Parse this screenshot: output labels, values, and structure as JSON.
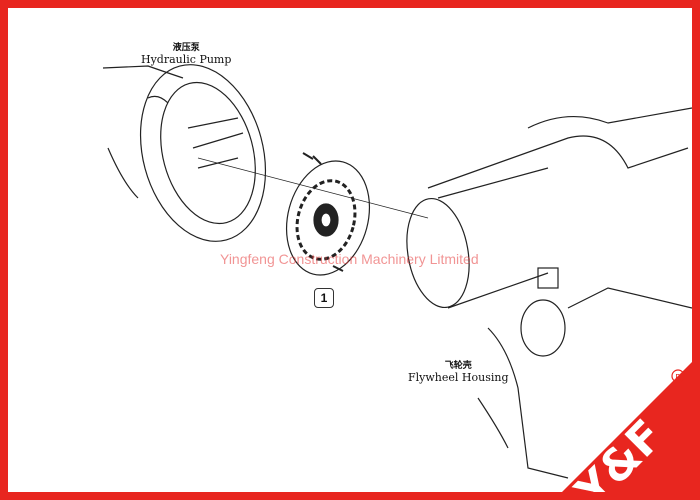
{
  "labels": {
    "hydraulic_pump_cn": "液压泵",
    "hydraulic_pump_en": "Hydraulic Pump",
    "flywheel_housing_cn": "飞轮壳",
    "flywheel_housing_en": "Flywheel Housing"
  },
  "callout": "1",
  "watermark": "Yingfeng Construction Machinery Litmited",
  "logo": {
    "text": "Y&F",
    "registered": "®"
  },
  "colors": {
    "border": "#e8261f",
    "logo": "#e8261f"
  }
}
